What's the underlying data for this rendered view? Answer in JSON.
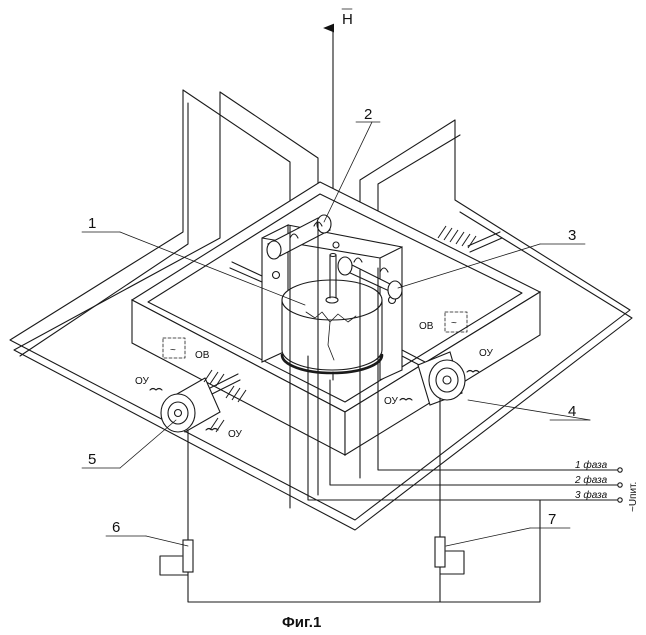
{
  "vector_label": "H",
  "callouts": [
    "1",
    "2",
    "3",
    "4",
    "5",
    "6",
    "7"
  ],
  "winding_ov": "ОВ",
  "winding_ou": "ОУ",
  "phases": [
    "1 фаза",
    "2 фаза",
    "3 фаза"
  ],
  "supply": "~Uпит.",
  "caption": "Фиг.1"
}
